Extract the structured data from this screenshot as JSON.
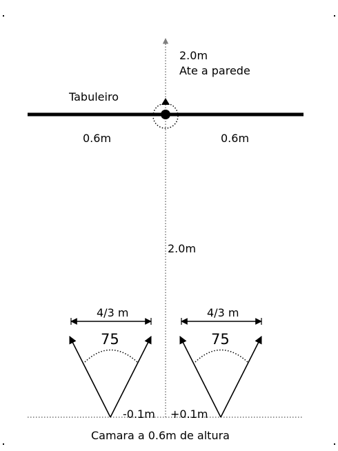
{
  "board": {
    "label": "Tabuleiro",
    "left_width": "0.6m",
    "right_width": "0.6m"
  },
  "wall": {
    "distance": "2.0m",
    "caption": "Ate a parede"
  },
  "camera_to_board": {
    "distance": "2.0m"
  },
  "cameras": [
    {
      "offset": "-0.1m",
      "fov_angle": "75",
      "width": "4/3 m"
    },
    {
      "offset": "+0.1m",
      "fov_angle": "75",
      "width": "4/3 m"
    }
  ],
  "footer": {
    "caption": "Camara a 0.6m de altura"
  },
  "colors": {
    "axis_arrow": "#7f7f7f",
    "ink": "#000000"
  }
}
